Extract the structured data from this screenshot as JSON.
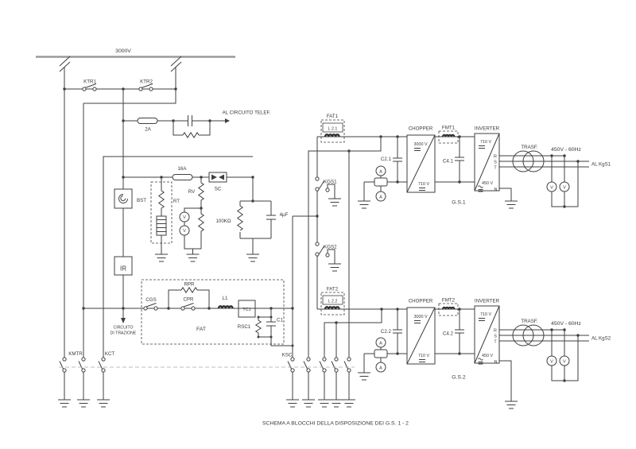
{
  "caption": "SCHEMA A BLOCCHI DELLA DISPOSIZIONE DEI G.S.  1 - 2",
  "colors": {
    "line": "#3f3f3f",
    "bus": "#9a9a9a",
    "text": "#3a3a3a"
  },
  "supply": {
    "busbar_voltage": "3000V",
    "ktr1": "KTR1",
    "ktr2": "KTR2"
  },
  "telephone_branch": {
    "fuse": "2A",
    "destination": "AL CIRCUITO TELEF."
  },
  "auxiliary_branch": {
    "fuse": "16A",
    "spark_gap": "SC",
    "bst": "BST",
    "rt": "RT",
    "rv": "RV",
    "voltmeter": "V",
    "resistor": "100KΩ",
    "capacitor": "4μF",
    "relay": "IR"
  },
  "traction_branch": {
    "cgs": "CGS",
    "cpr": "CPR",
    "rpr": "RPR",
    "l1": "L1",
    "tc1": "TC1",
    "filter_box": "FAT",
    "rsc1": "RSC1",
    "c1": "C1",
    "destination_line1": "CIRCUITO",
    "destination_line2": "DI TRAZIONE"
  },
  "earthing_switches": {
    "kmtr": "KMTR",
    "kct": "KCT",
    "ksc": "KSC"
  },
  "gs_feed": {
    "kgs1": "KGS1",
    "kgs2": "KGS2"
  },
  "units": [
    {
      "fat_label": "FAT1",
      "inductor": "L 2.1",
      "c2": "C2.1",
      "ammeter": "A",
      "chopper_label": "CHOPPER",
      "chopper_input": "3000 V",
      "chopper_output": "710 V",
      "fmt_label": "FMT1",
      "c4": "C4.1",
      "inverter_label": "INVERTER",
      "inverter_input": "710 V",
      "inverter_output": "450 V",
      "phase_r": "R",
      "phase_s": "S",
      "phase_t": "T",
      "neutral": "N",
      "transformer": "TRASF.",
      "output_rating": "450V - 60Hz",
      "destination": "AL KgS1",
      "voltmeter": "V",
      "gs_label": "G.S.1"
    },
    {
      "fat_label": "FAT2",
      "inductor": "L 2.2",
      "c2": "C2.2",
      "ammeter": "A",
      "chopper_label": "CHOPPER",
      "chopper_input": "3000 V",
      "chopper_output": "710 V",
      "fmt_label": "FMT2",
      "c4": "C4.2",
      "inverter_label": "INVERTER",
      "inverter_input": "710 V",
      "inverter_output": "450 V",
      "phase_r": "R",
      "phase_s": "S",
      "phase_t": "T",
      "neutral": "N",
      "transformer": "TRASF.",
      "output_rating": "450V - 60Hz",
      "destination": "AL KgS2",
      "voltmeter": "V",
      "gs_label": "G.S.2"
    }
  ]
}
